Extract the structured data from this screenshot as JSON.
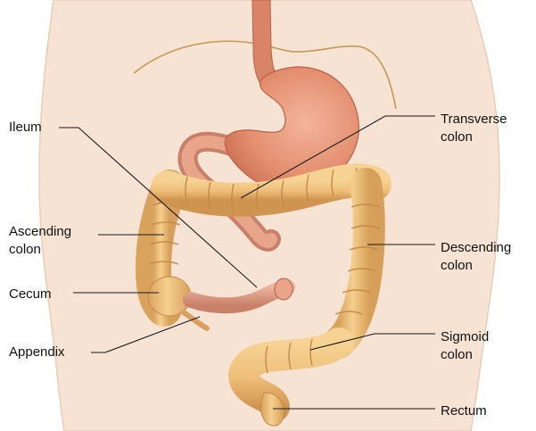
{
  "labels": {
    "ileum": "Ileum",
    "ascending_colon": "Ascending\ncolon",
    "cecum": "Cecum",
    "appendix": "Appendix",
    "transverse_colon": "Transverse\ncolon",
    "descending_colon": "Descending\ncolon",
    "sigmoid_colon": "Sigmoid\ncolon",
    "rectum": "Rectum"
  },
  "colors": {
    "skin": "#f6e3d3",
    "skin_edge": "#e9cdb8",
    "stomach": "#e48f70",
    "stomach_dark": "#c86a4e",
    "colon": "#efbe7a",
    "colon_dark": "#cf9550",
    "ileum": "#dd9d82",
    "nerve": "#c59a52",
    "leader": "#1a1a1a"
  }
}
